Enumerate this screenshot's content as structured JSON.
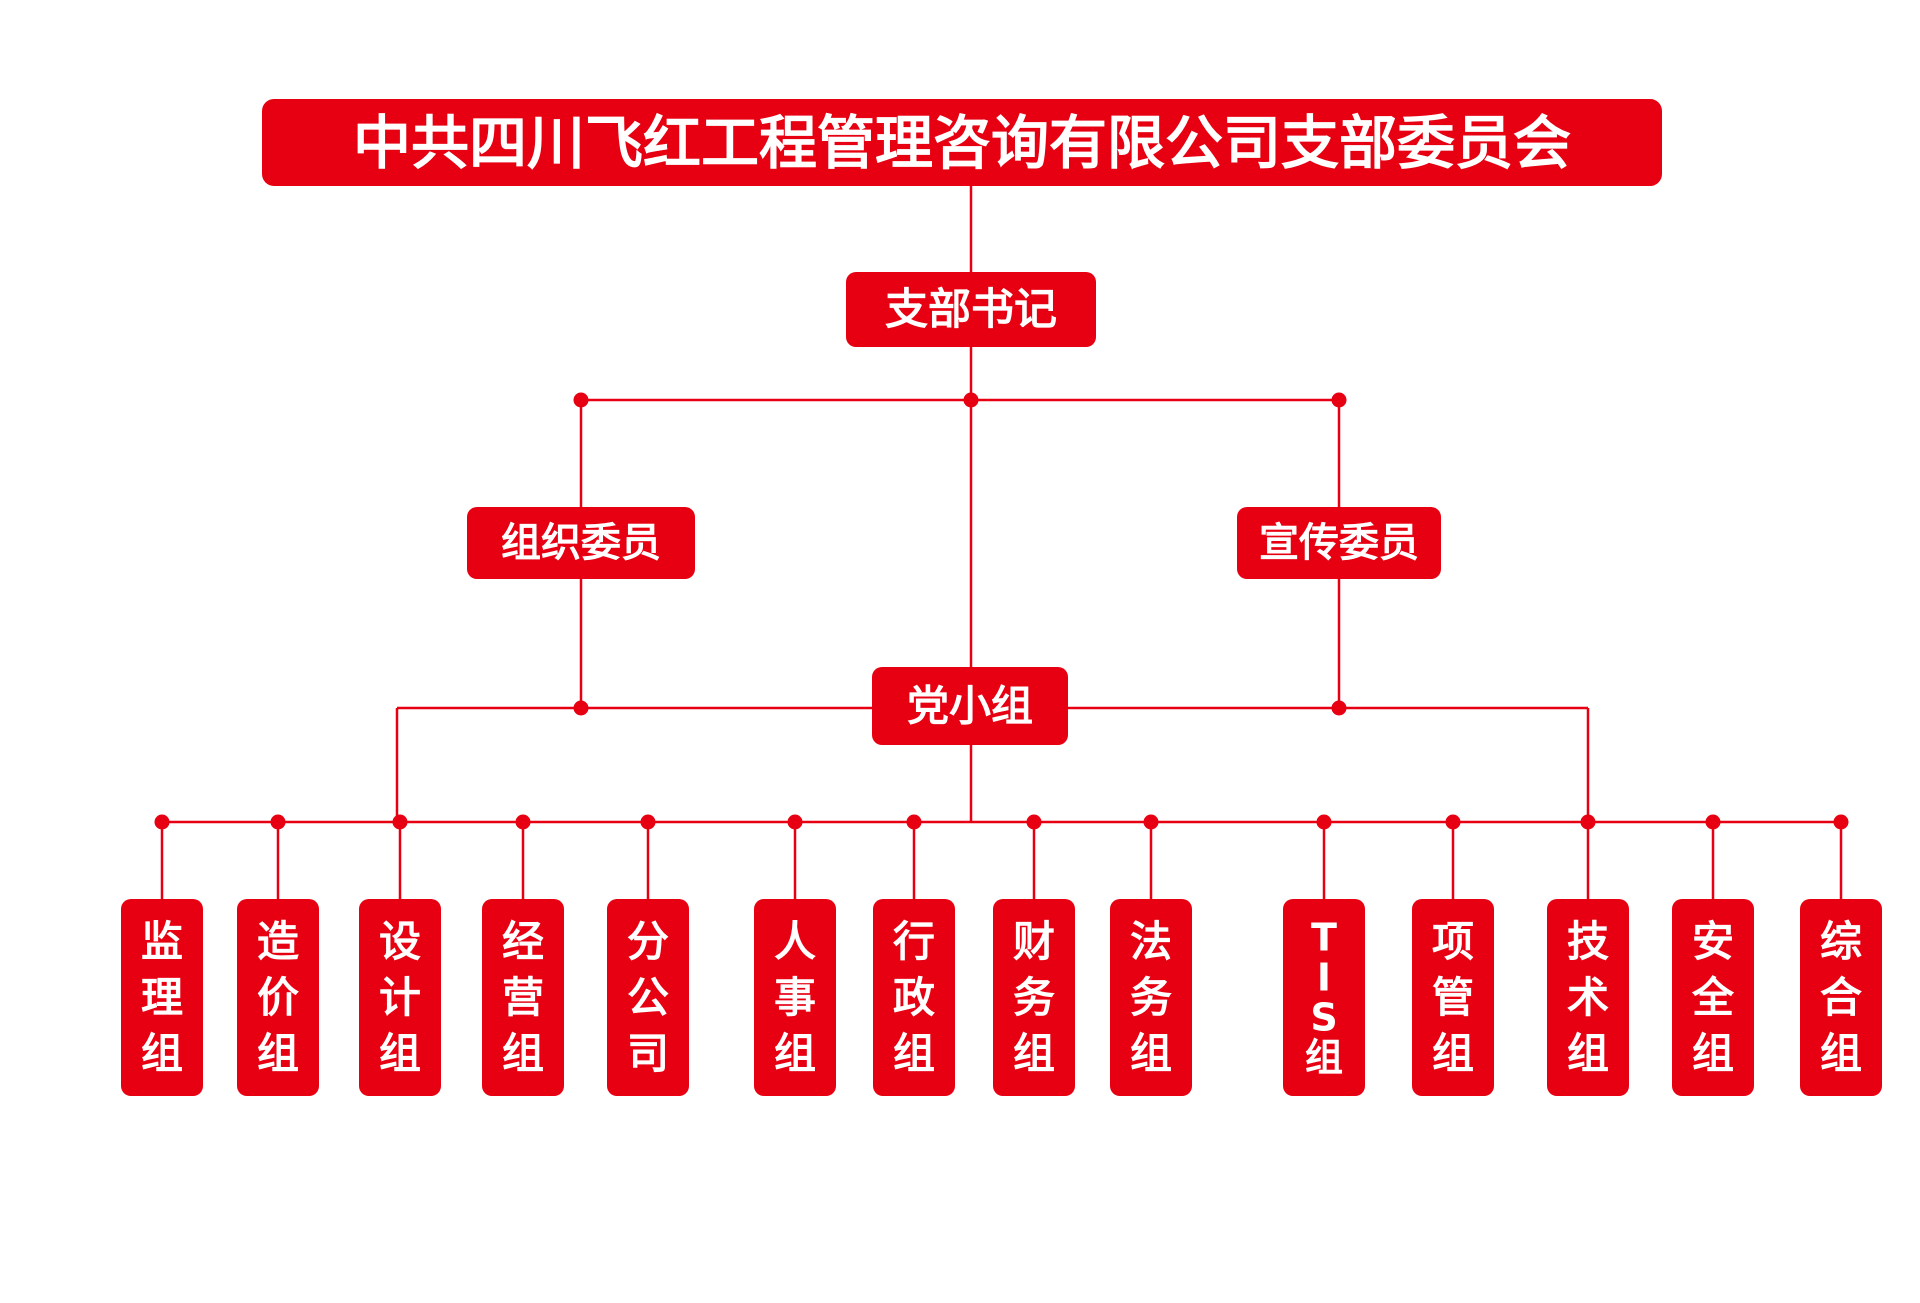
{
  "colors": {
    "accent": "#e60012",
    "text_on_accent": "#ffffff",
    "background": "#ffffff"
  },
  "root": "中共四川飞红工程管理咨询有限公司支部委员会",
  "secretary": "支部书记",
  "committee_members": [
    "组织委员",
    "宣传委员"
  ],
  "party_group": "党小组",
  "teams": [
    {
      "id": "jianli",
      "chars": [
        "监",
        "理",
        "组"
      ]
    },
    {
      "id": "zaojia",
      "chars": [
        "造",
        "价",
        "组"
      ]
    },
    {
      "id": "sheji",
      "chars": [
        "设",
        "计",
        "组"
      ]
    },
    {
      "id": "jingying",
      "chars": [
        "经",
        "营",
        "组"
      ]
    },
    {
      "id": "fengongsi",
      "chars": [
        "分",
        "公",
        "司"
      ]
    },
    {
      "id": "renshi",
      "chars": [
        "人",
        "事",
        "组"
      ]
    },
    {
      "id": "xingzheng",
      "chars": [
        "行",
        "政",
        "组"
      ]
    },
    {
      "id": "caiwu",
      "chars": [
        "财",
        "务",
        "组"
      ]
    },
    {
      "id": "fawu",
      "chars": [
        "法",
        "务",
        "组"
      ]
    },
    {
      "id": "tis",
      "chars": [
        "T",
        "I",
        "S",
        "组"
      ]
    },
    {
      "id": "xiangguan",
      "chars": [
        "项",
        "管",
        "组"
      ]
    },
    {
      "id": "jishu",
      "chars": [
        "技",
        "术",
        "组"
      ]
    },
    {
      "id": "anquan",
      "chars": [
        "安",
        "全",
        "组"
      ]
    },
    {
      "id": "zonghe",
      "chars": [
        "综",
        "合",
        "组"
      ]
    }
  ]
}
